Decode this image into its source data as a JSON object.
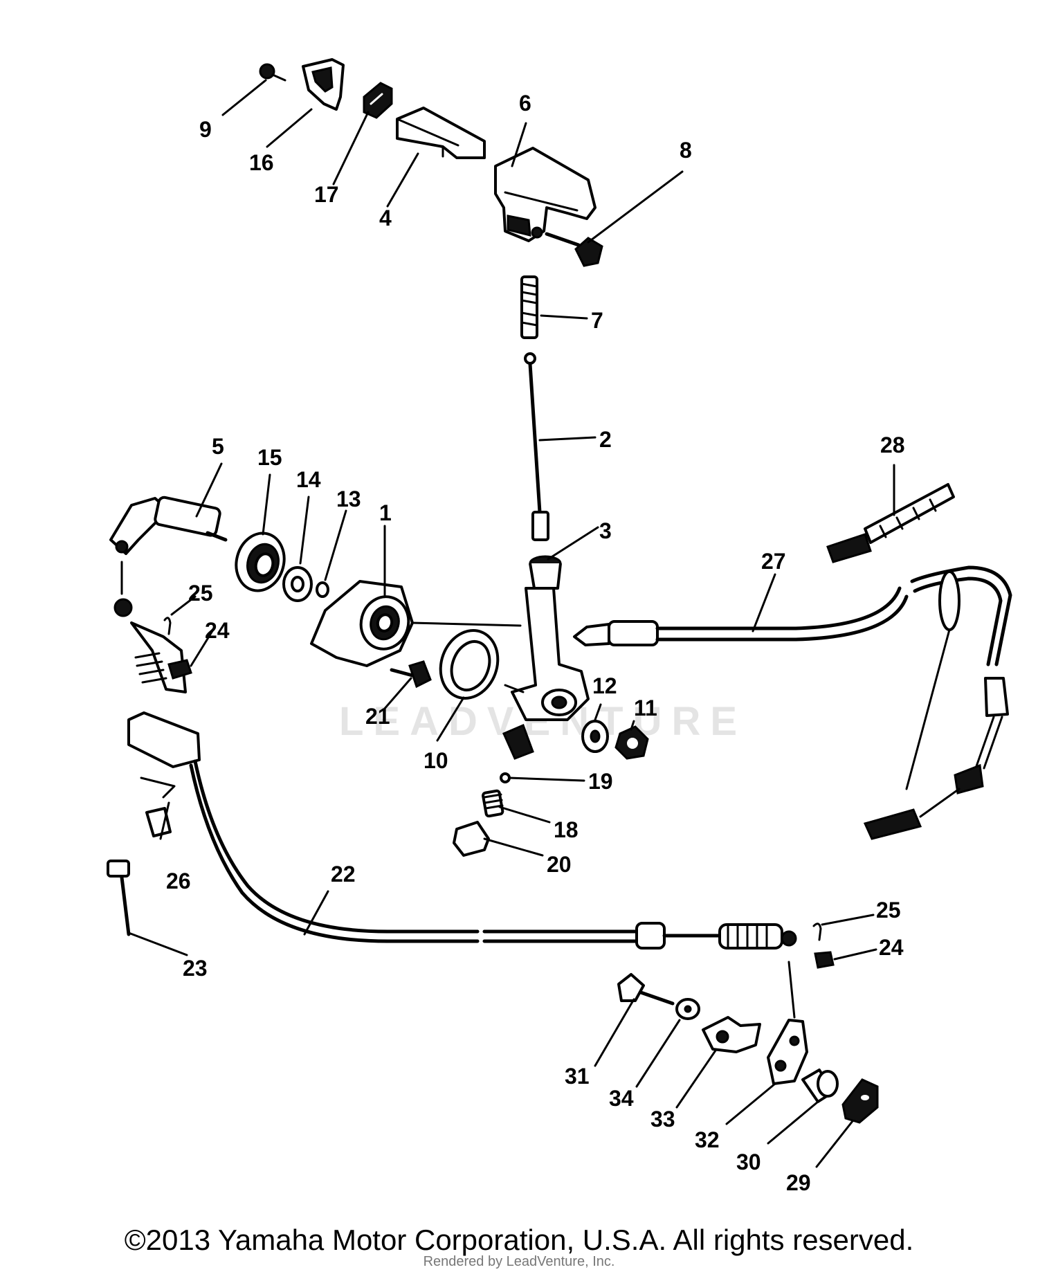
{
  "watermark": "LEADVENTURE",
  "callouts": {
    "p1": "1",
    "p2": "2",
    "p3": "3",
    "p4": "4",
    "p5": "5",
    "p6": "6",
    "p7": "7",
    "p8": "8",
    "p9": "9",
    "p10": "10",
    "p11": "11",
    "p12": "12",
    "p13": "13",
    "p14": "14",
    "p15": "15",
    "p16": "16",
    "p17": "17",
    "p18": "18",
    "p19": "19",
    "p20": "20",
    "p21": "21",
    "p22": "22",
    "p23": "23",
    "p24": "24",
    "p25": "25",
    "p26": "26",
    "p27": "27",
    "p28": "28",
    "p29": "29",
    "p30": "30",
    "p31": "31",
    "p32": "32",
    "p33": "33",
    "p34": "34"
  },
  "footer": {
    "copyright": "©2013 Yamaha Motor Corporation, U.S.A. All rights reserved.",
    "rendered_by": "Rendered by LeadVenture, Inc."
  }
}
